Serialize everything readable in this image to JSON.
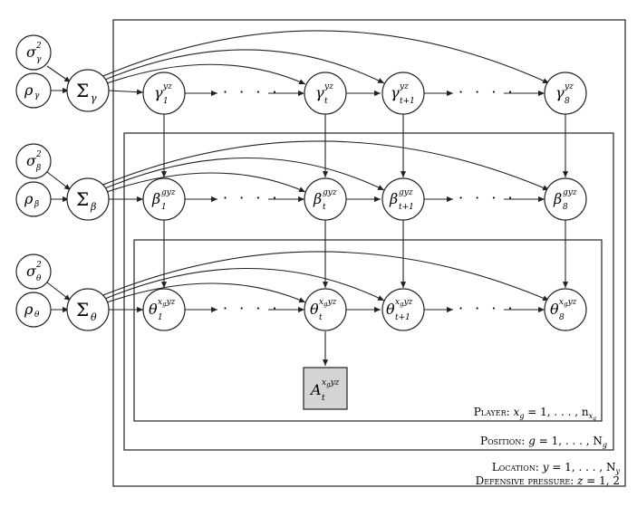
{
  "hyper": {
    "gamma_sigma": "σ",
    "gamma_sigma_sup": "2",
    "gamma_sigma_sub": "γ",
    "gamma_rho": "ρ",
    "gamma_rho_sub": "γ",
    "beta_sigma": "σ",
    "beta_sigma_sup": "2",
    "beta_sigma_sub": "β",
    "beta_rho": "ρ",
    "beta_rho_sub": "β",
    "theta_sigma": "σ",
    "theta_sigma_sup": "2",
    "theta_sigma_sub": "θ",
    "theta_rho": "ρ",
    "theta_rho_sub": "θ"
  },
  "sigma_nodes": {
    "gamma": "Σ",
    "gamma_sub": "γ",
    "beta": "Σ",
    "beta_sub": "β",
    "theta": "Σ",
    "theta_sub": "θ"
  },
  "gamma_row": {
    "symbol": "γ",
    "sup": "yz",
    "n1_sub": "1",
    "n2_sub": "t",
    "n3_sub": "t+1",
    "n4_sub": "8",
    "dots": "· · · ·"
  },
  "beta_row": {
    "symbol": "β",
    "sup": "gyz",
    "n1_sub": "1",
    "n2_sub": "t",
    "n3_sub": "t+1",
    "n4_sub": "8",
    "dots": "· · · ·"
  },
  "theta_row": {
    "symbol": "θ",
    "sup": "x",
    "sup_sub": "g",
    "sup_rest": "yz",
    "n1_sub": "1",
    "n2_sub": "t",
    "n3_sub": "t+1",
    "n4_sub": "8",
    "dots": "· · · ·"
  },
  "observed": {
    "symbol": "A",
    "sub": "t",
    "sup": "x",
    "sup_sub": "g",
    "sup_rest": "yz"
  },
  "plates": {
    "player": {
      "name": "Player",
      "eq_var": "x",
      "eq_var_sub": "g",
      "eq_rest": " = 1, . . . , n",
      "eq_end_sub": "x",
      "eq_end_subsub": "g"
    },
    "position": {
      "name": "Position",
      "eq_var": "g",
      "eq_rest": " = 1, . . . , N",
      "eq_end_sub": "g"
    },
    "location": {
      "name": "Location",
      "eq_var": "y",
      "eq_rest": " = 1, . . . , N",
      "eq_end_sub": "y"
    },
    "defensive": {
      "name": "Defensive pressure",
      "eq_var": "z",
      "eq_rest": " = 1, 2"
    }
  }
}
